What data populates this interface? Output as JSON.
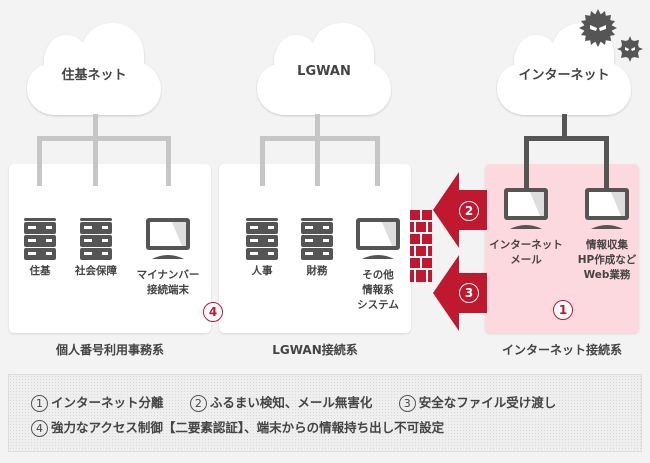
{
  "clouds": [
    {
      "id": "juki",
      "label": "住基ネット"
    },
    {
      "id": "lgwan",
      "label": "LGWAN"
    },
    {
      "id": "internet",
      "label": "インターネット"
    }
  ],
  "zones": [
    {
      "id": "mynumber",
      "title": "個人番号利用事務系",
      "devices": [
        {
          "type": "server-icon",
          "label": "住基"
        },
        {
          "type": "server-icon",
          "label": "社会保障"
        },
        {
          "type": "monitor-icon",
          "label": "マイナンバー\n接続端末"
        }
      ],
      "badge": "4"
    },
    {
      "id": "lgwan",
      "title": "LGWAN接続系",
      "devices": [
        {
          "type": "server-icon",
          "label": "人事"
        },
        {
          "type": "server-icon",
          "label": "財務"
        },
        {
          "type": "monitor-icon",
          "label": "その他\n情報系\nシステム"
        }
      ]
    },
    {
      "id": "internet",
      "title": "インターネット接続系",
      "devices": [
        {
          "type": "monitor-icon",
          "label": "インターネット\nメール"
        },
        {
          "type": "monitor-icon",
          "label": "情報収集\nHP作成など\nWeb業務"
        }
      ],
      "badge": "1"
    }
  ],
  "arrows": [
    {
      "number": "2"
    },
    {
      "number": "3"
    }
  ],
  "legend": {
    "items": [
      {
        "number": "1",
        "text": "インターネット分離"
      },
      {
        "number": "2",
        "text": "ふるまい検知、メール無害化"
      },
      {
        "number": "3",
        "text": "安全なファイル受け渡し"
      },
      {
        "number": "4",
        "text": "強力なアクセス制御【二要素認証】、端末からの情報持ち出し不可設定"
      }
    ]
  },
  "colors": {
    "accent_red": "#c0182f",
    "zone_pink": "#fbd9de",
    "icon_dark": "#555555",
    "line_gray": "#c6c6c6"
  }
}
